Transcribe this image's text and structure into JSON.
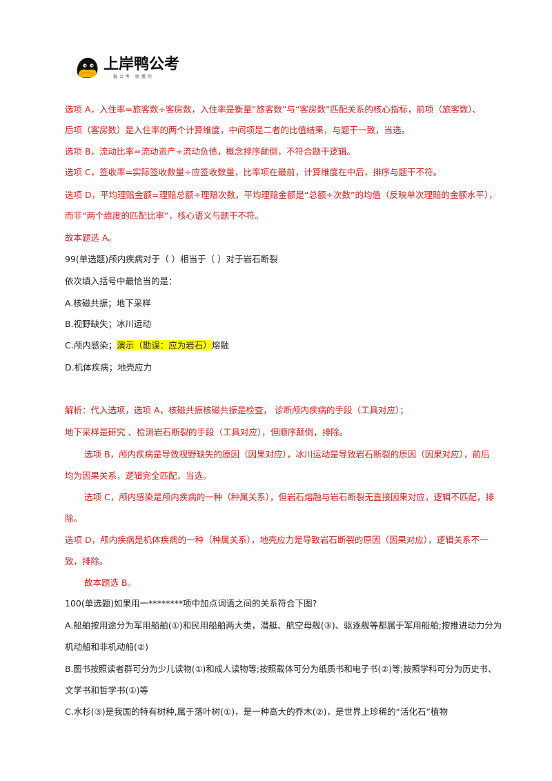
{
  "logo": {
    "title": "上岸鸭公考",
    "subtitle": "做公考 就懂你"
  },
  "prev_answer": {
    "lines": [
      "选项 A，入住率=旅客数÷客房数，入住率是衡量“旅客数”与“客房数”匹配关系的核心指标，前项（旅客数）、",
      "后项（客房数）是入住率的两个计算维度，中间项是二者的比值结果，与题干一致，当选。",
      "选项 B，流动比率=流动资产÷流动负债，概念排序颠倒，不符合题干逻辑。",
      "选项 C，签收率=实际签收数量÷应签收数量，比率项在最前，计算维度在中后，排序与题干不符。",
      "选项 D，平均理赔金额=理赔总额÷理赔次数，平均理赔金额是“总额÷次数”的均值（反映单次理赔的金额水平），",
      "而非“两个维度的匹配比率”，核心语义与题干不符。",
      "故本题选 A。"
    ]
  },
  "q99": {
    "stem": "99(单选题)颅内疾病对于（ ）相当于（ ）对于岩石断裂",
    "instruction": "依次填入括号中最恰当的是：",
    "option_a": "A.核磁共振；地下采样",
    "option_b": "B.视野缺失；冰川运动",
    "option_c_prefix": "C.颅内感染；",
    "option_c_highlight": "演示（勘误：应为岩石）",
    "option_c_suffix": "熔融",
    "option_d": "D.机体疾病；地壳应力"
  },
  "q99_answer": {
    "lines": [
      "解析：代入选项，选项 A，核磁共振核磁共振是检查， 诊断颅内疾病的手段（工具对应）；",
      "地下采样是研究 、检测岩石断裂的手段（工具对应），但顺序颠倒，排除。",
      "选项 B，颅内疾病是导致视野缺失的原因（因果对应），冰川运动是导致岩石断裂的原因（因果对应），前后",
      "均为因果关系，逻辑完全匹配，当选。",
      "选项 C，颅内感染是颅内疾病的一种（种属关系），但岩石熔融与岩石断裂无直接因果对应，逻辑不匹配，排",
      "除。",
      "选项 D，颅内疾病是机体疾病的一种（种属关系），地壳应力是导致岩石断裂的原因（因果对应），逻辑关系不一",
      "致，排除。",
      "故本题选 B。"
    ]
  },
  "q100": {
    "stem": "100(单选题)如果用一********项中加点词语之间的关系符合下图?",
    "lines": [
      "A.船舶按用途分为军用船舶(①)和民用船舶两大类，潜艇、航空母舰(③)、驱逐舰等都属于军用船舶;按推进动力分为",
      "机动船和非机动船(②)",
      "B.图书按照读者群可分为少儿读物(①)和成人读物等;按照载体可分为纸质书和电子书(②)等;按照学科可分为历史书、",
      "文学书和哲学书(①)等",
      "C.水杉(③)是我国的特有树种,属于落叶树(①)，是一种高大的乔木(②)，是世界上珍稀的“活化石”植物"
    ]
  },
  "colors": {
    "answer_text": "#e01b1b",
    "body_text": "#222222",
    "highlight": "#ffff00"
  }
}
